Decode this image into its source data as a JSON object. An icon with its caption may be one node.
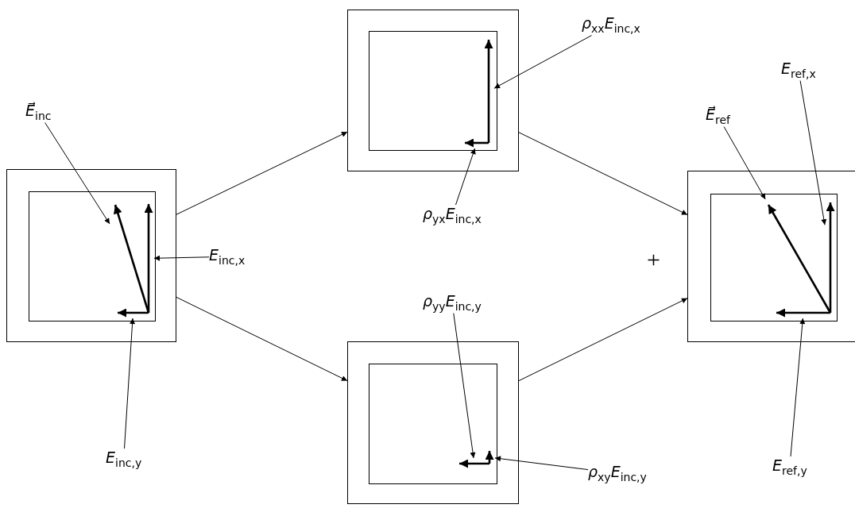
{
  "diagram": {
    "nodes": [
      {
        "text": [],
        "shape": "box"
      },
      {
        "text": [],
        "shape": "box",
        "in": 0
      },
      {
        "text": [],
        "shape": "arrow",
        "in": 1
      },
      {
        "text": [],
        "shape": "arrow",
        "in": 1
      },
      {
        "text": [],
        "shape": "arrow",
        "in": 1
      },
      {
        "text": [
          "E⃗$_{inc}$"
        ]
      },
      {
        "text": [
          "E$_{inc,x}$"
        ]
      },
      {
        "text": [
          "E$_{inc,y}$"
        ]
      },
      {
        "text": [],
        "shape": "box"
      },
      {
        "text": [],
        "shape": "box",
        "in": 8
      },
      {
        "text": [],
        "shape": "arrow",
        "in": 9
      },
      {
        "text": [],
        "shape": "arrow",
        "in": 9
      },
      {
        "text": [
          "ρ$_{xx}$E$_{inc,x}$"
        ]
      },
      {
        "text": [
          "ρ$_{yx}$E$_{inc,x}$"
        ]
      },
      {
        "text": [],
        "shape": "box"
      },
      {
        "text": [],
        "shape": "box",
        "in": 14
      },
      {
        "text": [],
        "shape": "arrow",
        "in": 15
      },
      {
        "text": [],
        "shape": "arrow",
        "in": 15
      },
      {
        "text": [
          "ρ$_{yy}$E$_{inc,y}$"
        ]
      },
      {
        "text": [
          "ρ$_{xy}$E$_{inc,y}$"
        ]
      },
      {
        "text": [],
        "shape": "box"
      },
      {
        "text": [],
        "shape": "box",
        "in": 20
      },
      {
        "text": [],
        "shape": "arrow",
        "in": 21
      },
      {
        "text": [],
        "shape": "arrow",
        "in": 21
      },
      {
        "text": [],
        "shape": "arrow",
        "in": 21
      },
      {
        "text": [
          "E⃗$_{ref}$"
        ]
      },
      {
        "text": [
          "E$_{ref,x}$"
        ]
      },
      {
        "text": [
          "E$_{ref,y}$"
        ]
      }
    ],
    "edges": [
      {
        "from": 0,
        "to": 8,
        "arrow": "to"
      },
      {
        "from": 0,
        "to": 14,
        "arrow": "to"
      },
      {
        "from": 8,
        "to": 20,
        "arrow": "to"
      },
      {
        "from": 14,
        "to": 20,
        "arrow": "to"
      },
      {
        "from": 5,
        "to": 2,
        "arrow": "to"
      },
      {
        "from": 6,
        "to": 3,
        "arrow": "to"
      },
      {
        "from": 7,
        "to": 4,
        "arrow": "to"
      },
      {
        "from": 12,
        "to": 10,
        "arrow": "to"
      },
      {
        "from": 13,
        "to": 11,
        "arrow": "to"
      },
      {
        "from": 18,
        "to": 16,
        "arrow": "to"
      },
      {
        "from": 19,
        "to": 17,
        "arrow": "to"
      },
      {
        "from": 25,
        "to": 22,
        "arrow": "to"
      },
      {
        "from": 26,
        "to": 23,
        "arrow": "to"
      },
      {
        "from": 27,
        "to": 24,
        "arrow": "to"
      }
    ],
    "labels": [
      "+"
    ]
  }
}
